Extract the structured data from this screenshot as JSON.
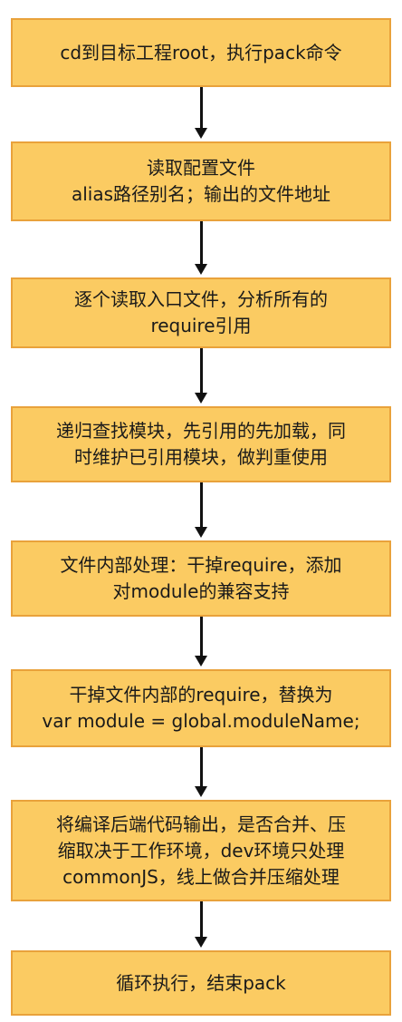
{
  "flowchart": {
    "steps": [
      {
        "lines": [
          "cd到目标工程root，执行pack命令"
        ]
      },
      {
        "lines": [
          "读取配置文件",
          "alias路径别名；输出的文件地址"
        ]
      },
      {
        "lines": [
          "逐个读取入口文件，分析所有的",
          "require引用"
        ]
      },
      {
        "lines": [
          "递归查找模块，先引用的先加载，同",
          "时维护已引用模块，做判重使用"
        ]
      },
      {
        "lines": [
          "文件内部处理：干掉require，添加",
          "对module的兼容支持"
        ]
      },
      {
        "lines": [
          "干掉文件内部的require，替换为",
          "var module = global.moduleName;"
        ]
      },
      {
        "lines": [
          "将编译后端代码输出，是否合并、压",
          "缩取决于工作环境，dev环境只处理",
          "commonJS，线上做合并压缩处理"
        ]
      },
      {
        "lines": [
          "循环执行，结束pack"
        ]
      }
    ],
    "colors": {
      "box_fill": "#fbcb62",
      "box_border": "#e9a23b",
      "arrow": "#111111",
      "text": "#1a1a1a"
    }
  }
}
